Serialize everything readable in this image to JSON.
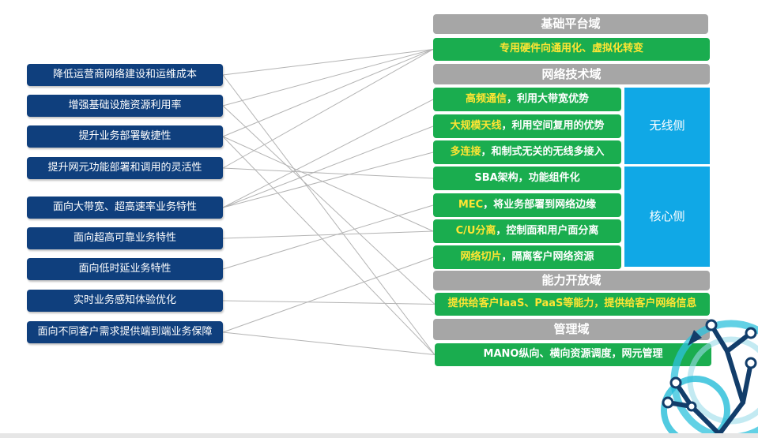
{
  "left_items": [
    "降低运营商网络建设和运维成本",
    "增强基础设施资源利用率",
    "提升业务部署敏捷性",
    "提升网元功能部署和调用的灵活性",
    "面向大带宽、超高速率业务特性",
    "面向超高可靠业务特性",
    "面向低时延业务特性",
    "实时业务感知体验优化",
    "面向不同客户需求提供端到端业务保障"
  ],
  "domains": {
    "infrastructure": "基础平台域",
    "network_tech": "网络技术域",
    "capability_open": "能力开放域",
    "management": "管理域"
  },
  "capabilities": {
    "hw": {
      "text": "专用硬件向通用化、虚拟化转变"
    },
    "hf": {
      "hl": "高频通信",
      "rest": "，利用大带宽优势"
    },
    "mimo": {
      "hl": "大规模天线",
      "rest": "，利用空间复用的优势"
    },
    "mc": {
      "hl": "多连接",
      "rest": "，和制式无关的无线多接入"
    },
    "sba": {
      "text": "SBA架构，功能组件化"
    },
    "mec": {
      "hl": "MEC",
      "rest": "，将业务部署到网络边缘"
    },
    "cu": {
      "hl": "C/U分离",
      "rest": "，控制面和用户面分离"
    },
    "slice": {
      "hl": "网络切片",
      "rest": "，隔离客户网络资源"
    },
    "open": {
      "hl": "提供给客户IaaS、PaaS等能力，提供给客户网络信息",
      "rest": ""
    },
    "mano": {
      "text": "MANO纵向、横向资源调度，网元管理"
    }
  },
  "side_labels": {
    "wireless": "无线侧",
    "core": "核心侧"
  },
  "colors": {
    "left_box": "#0f3f7d",
    "domain_header": "#a6a6a6",
    "capability": "#1aad4f",
    "highlight": "#ffe533",
    "side_label": "#10a8e6",
    "link_line": "#b3b3b3"
  },
  "links": [
    [
      "l0",
      "hw"
    ],
    [
      "l0",
      "mano"
    ],
    [
      "l1",
      "hw"
    ],
    [
      "l1",
      "open"
    ],
    [
      "l2",
      "hw"
    ],
    [
      "l2",
      "cu"
    ],
    [
      "l2",
      "mano"
    ],
    [
      "l3",
      "sba"
    ],
    [
      "l3",
      "hw"
    ],
    [
      "l4",
      "hf"
    ],
    [
      "l4",
      "mimo"
    ],
    [
      "l4",
      "mc"
    ],
    [
      "l5",
      "cu"
    ],
    [
      "l6",
      "mec"
    ],
    [
      "l7",
      "open"
    ],
    [
      "l8",
      "slice"
    ],
    [
      "l8",
      "mano"
    ]
  ]
}
